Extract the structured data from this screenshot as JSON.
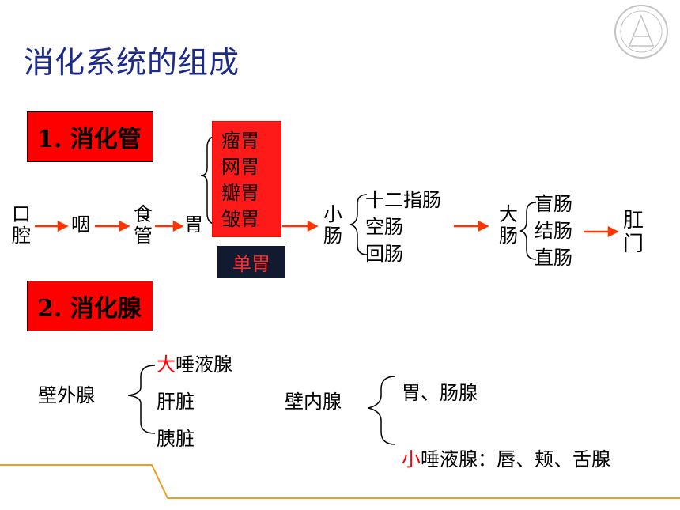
{
  "title": "消化系统的组成",
  "tract": {
    "heading": "1. 消化管",
    "mouth": "口腔",
    "pharynx": "咽",
    "esophagus": "食管",
    "stomach": "胃",
    "stomach_parts": [
      "瘤胃",
      "网胃",
      "瓣胃",
      "皱胃"
    ],
    "single_stomach": "单胃",
    "small_intestine": "小肠",
    "small_parts": [
      "十二指肠",
      "空肠",
      "回肠"
    ],
    "large_intestine": "大肠",
    "large_parts": [
      "盲肠",
      "结肠",
      "直肠"
    ],
    "anus": "肛门"
  },
  "glands": {
    "heading": "2. 消化腺",
    "outer": {
      "label": "壁外腺",
      "items": [
        {
          "prefix": "大",
          "rest": "唾液腺"
        },
        {
          "prefix": "",
          "rest": "肝脏"
        },
        {
          "prefix": "",
          "rest": "胰脏"
        }
      ]
    },
    "inner": {
      "label": "壁内腺",
      "items": [
        {
          "prefix": "",
          "rest": "胃、肠腺"
        },
        {
          "prefix": "小",
          "rest": "唾液腺：唇、颊、舌腺"
        }
      ]
    }
  },
  "colors": {
    "title": "#1c2a8c",
    "box_red": "#ff0000",
    "arrow": "#ff3300",
    "footer_line": "#e8a020",
    "single_bg": "#111a2e"
  }
}
